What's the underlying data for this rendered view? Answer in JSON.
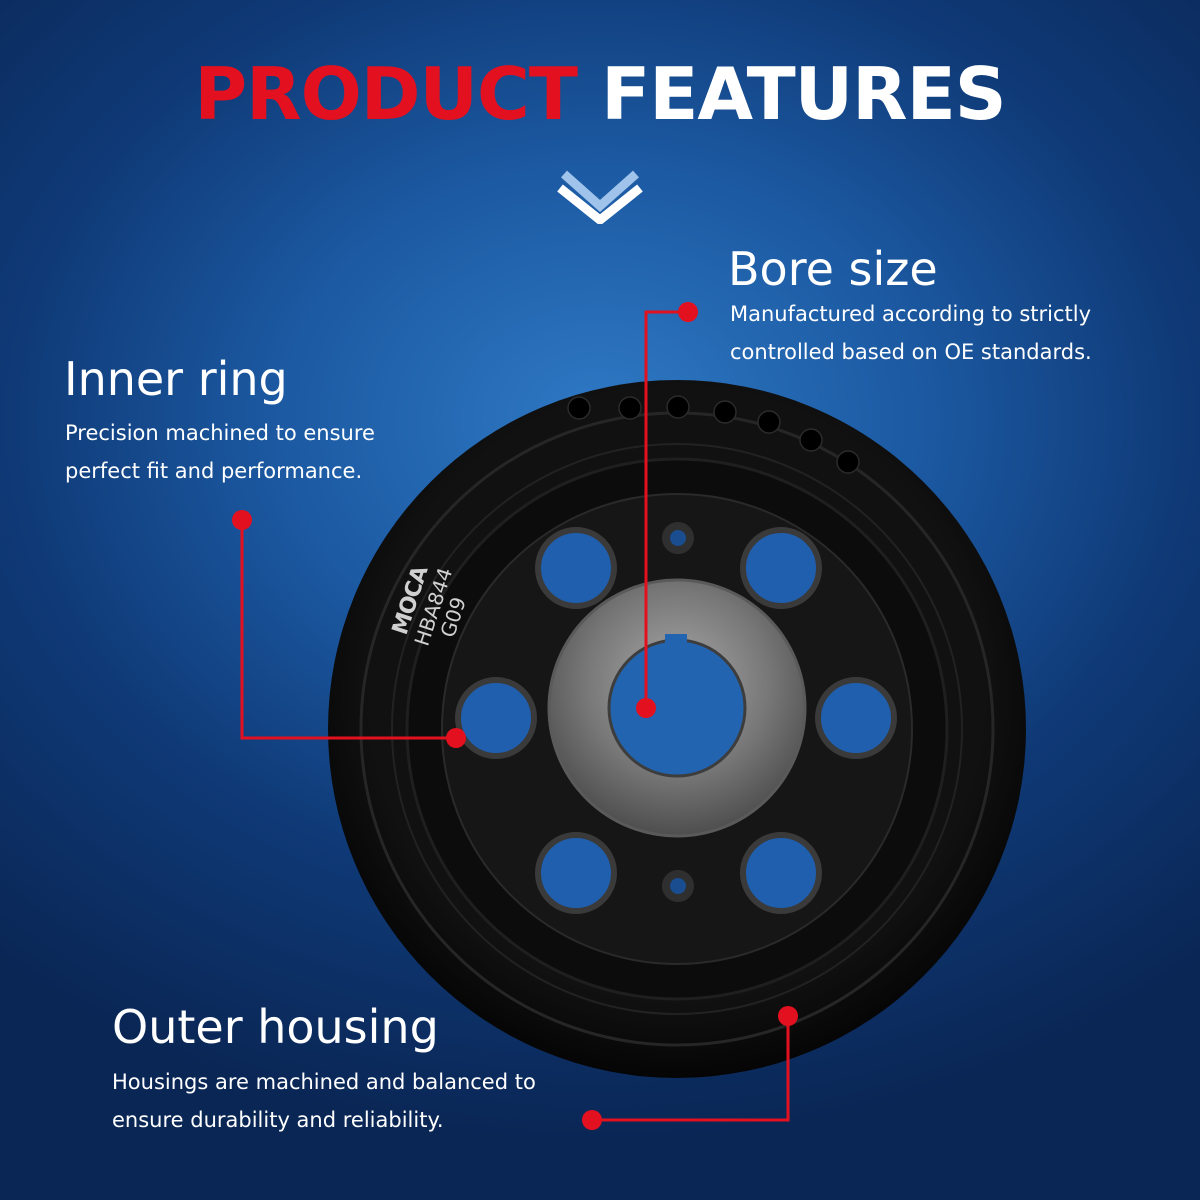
{
  "header": {
    "title_red": "PRODUCT",
    "title_white": "FEATURES",
    "chevron_icon": "double-chevron-down-icon"
  },
  "colors": {
    "accent_red": "#e3101f",
    "text_white": "#ffffff",
    "bg_blue": "#1c5aa3"
  },
  "product": {
    "brand": "MOCA",
    "part_number": "HBA844",
    "code": "G09"
  },
  "features": {
    "bore": {
      "title": "Bore size",
      "line1": "Manufactured according to strictly",
      "line2": "controlled based on OE standards."
    },
    "inner": {
      "title": "Inner ring",
      "line1": "Precision machined to ensure",
      "line2": "perfect fit and performance."
    },
    "outer": {
      "title": "Outer housing",
      "line1": "Housings are machined and balanced to",
      "line2": "ensure durability and reliability."
    }
  }
}
